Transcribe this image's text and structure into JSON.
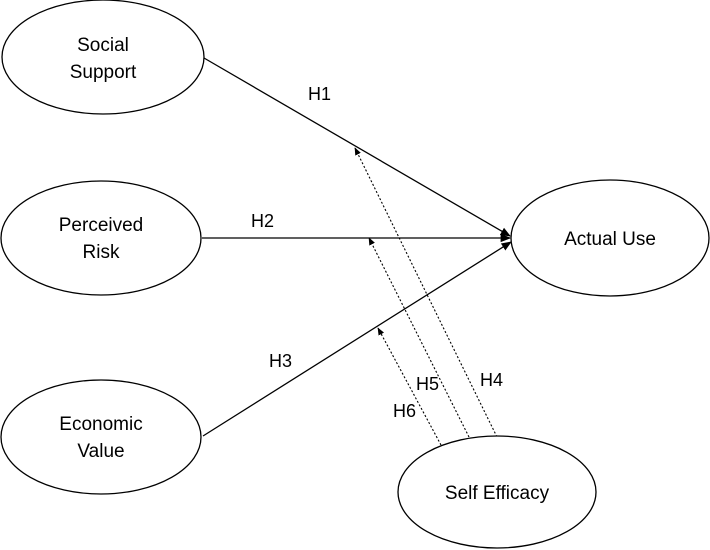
{
  "nodes": {
    "social_support": {
      "line1": "Social",
      "line2": "Support"
    },
    "perceived_risk": {
      "line1": "Perceived",
      "line2": "Risk"
    },
    "economic_value": {
      "line1": "Economic",
      "line2": "Value"
    },
    "actual_use": {
      "label": "Actual Use"
    },
    "self_efficacy": {
      "label": "Self Efficacy"
    }
  },
  "edges": {
    "h1": "H1",
    "h2": "H2",
    "h3": "H3",
    "h4": "H4",
    "h5": "H5",
    "h6": "H6"
  },
  "colors": {
    "stroke": "#000000",
    "background": "#ffffff"
  }
}
